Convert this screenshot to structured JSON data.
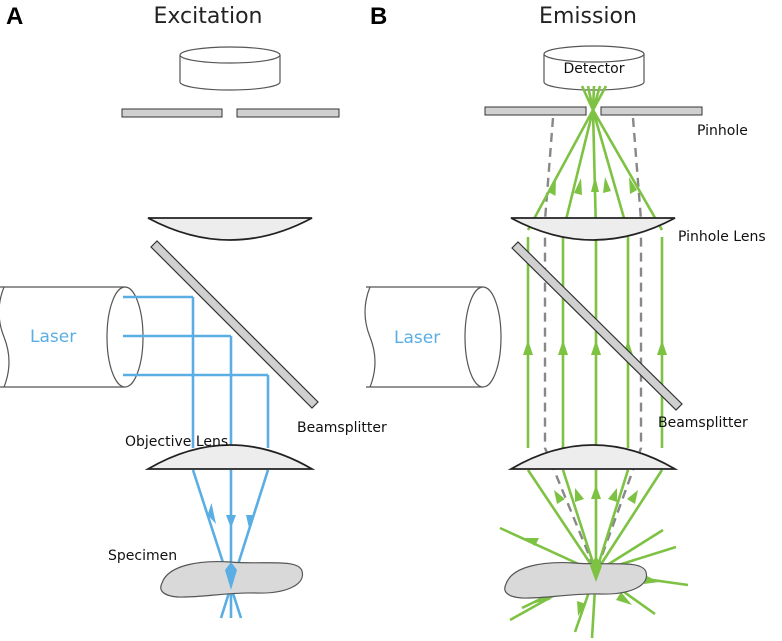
{
  "colors": {
    "excitation_beam": "#5aaee3",
    "emission_beam": "#7dc243",
    "optic_fill": "#ededed",
    "optic_stroke": "#222222",
    "out_of_focus": "#888888",
    "laser_text": "#5aaee3",
    "glass_plate": "#d0d0d0"
  },
  "panel_a": {
    "letter": "A",
    "title": "Excitation",
    "laser_label": "Laser",
    "beamsplitter_label": "Beamsplitter",
    "objective_label": "Objective Lens",
    "specimen_label": "Specimen"
  },
  "panel_b": {
    "letter": "B",
    "title": "Emission",
    "detector_label": "Detector",
    "pinhole_label": "Pinhole",
    "pinhole_lens_label": "Pinhole Lens",
    "laser_label": "Laser",
    "beamsplitter_label": "Beamsplitter"
  }
}
